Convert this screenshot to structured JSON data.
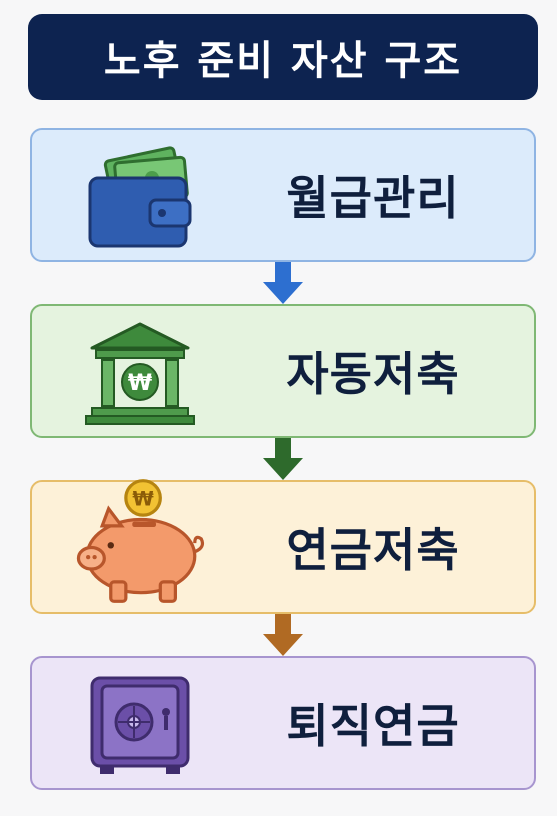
{
  "title": "노후 준비 자산 구조",
  "steps": [
    {
      "label": "월급관리",
      "icon": "wallet-icon",
      "bg": "#dcebfb",
      "border": "#8fb4e3",
      "arrow_color": "#2d6fd0"
    },
    {
      "label": "자동저축",
      "icon": "bank-icon",
      "bg": "#e5f3df",
      "border": "#7fb874",
      "arrow_color": "#2e6a2c"
    },
    {
      "label": "연금저축",
      "icon": "piggy-bank-icon",
      "bg": "#fdf1d8",
      "border": "#e6bd69",
      "arrow_color": "#b06a23"
    },
    {
      "label": "퇴직연금",
      "icon": "safe-icon",
      "bg": "#ece5f7",
      "border": "#a795cf"
    }
  ],
  "currency_symbol": "₩"
}
